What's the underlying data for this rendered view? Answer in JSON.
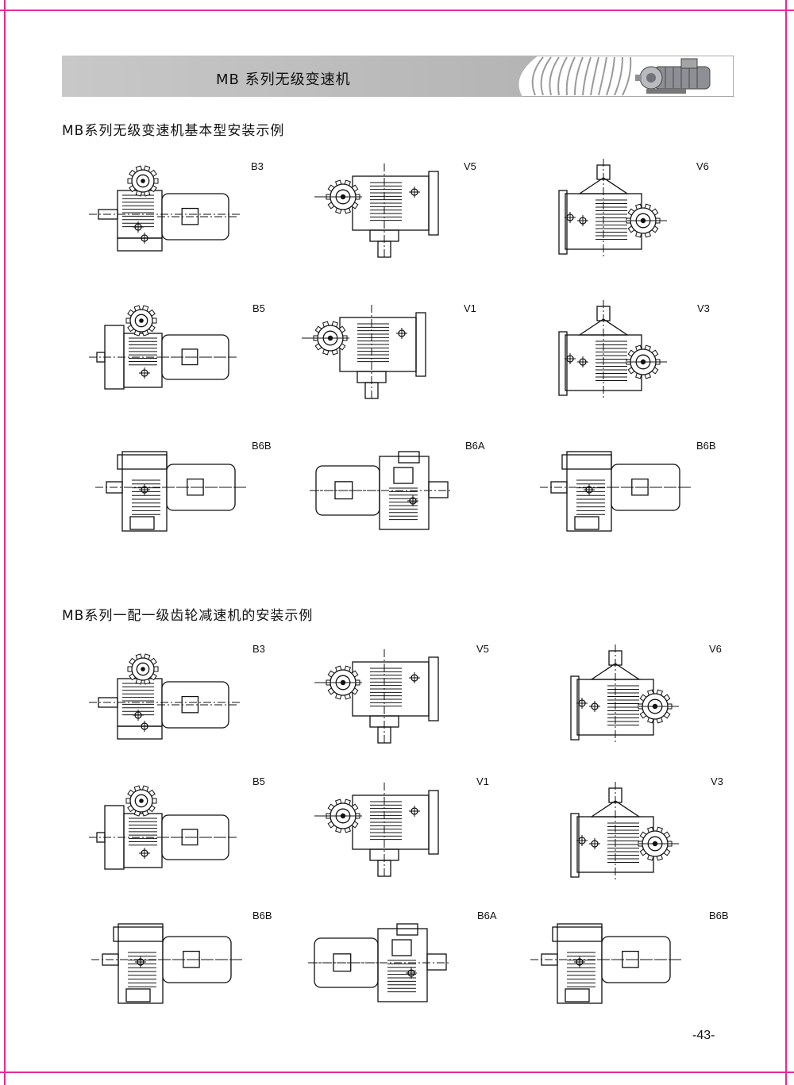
{
  "header": {
    "title": "MB 系列无级变速机"
  },
  "section1": {
    "title": "MB系列无级变速机基本型安装示例",
    "items": [
      {
        "label": "B3",
        "kind": "horiz"
      },
      {
        "label": "V5",
        "kind": "vert-down"
      },
      {
        "label": "V6",
        "kind": "vert-up"
      },
      {
        "label": "B5",
        "kind": "horiz-flange"
      },
      {
        "label": "V1",
        "kind": "vert-down"
      },
      {
        "label": "V3",
        "kind": "vert-up"
      },
      {
        "label": "B6B",
        "kind": "wall"
      },
      {
        "label": "B6A",
        "kind": "wall-rev"
      },
      {
        "label": "B6B",
        "kind": "wall"
      }
    ]
  },
  "section2": {
    "title": "MB系列一配一级齿轮减速机的安装示例",
    "items": [
      {
        "label": "B3",
        "kind": "horiz"
      },
      {
        "label": "V5",
        "kind": "vert-down"
      },
      {
        "label": "V6",
        "kind": "vert-up"
      },
      {
        "label": "B5",
        "kind": "horiz-flange"
      },
      {
        "label": "V1",
        "kind": "vert-down"
      },
      {
        "label": "V3",
        "kind": "vert-up"
      },
      {
        "label": "B6B",
        "kind": "wall"
      },
      {
        "label": "B6A",
        "kind": "wall-rev"
      },
      {
        "label": "B6B",
        "kind": "wall"
      }
    ]
  },
  "page_number": "-43-"
}
